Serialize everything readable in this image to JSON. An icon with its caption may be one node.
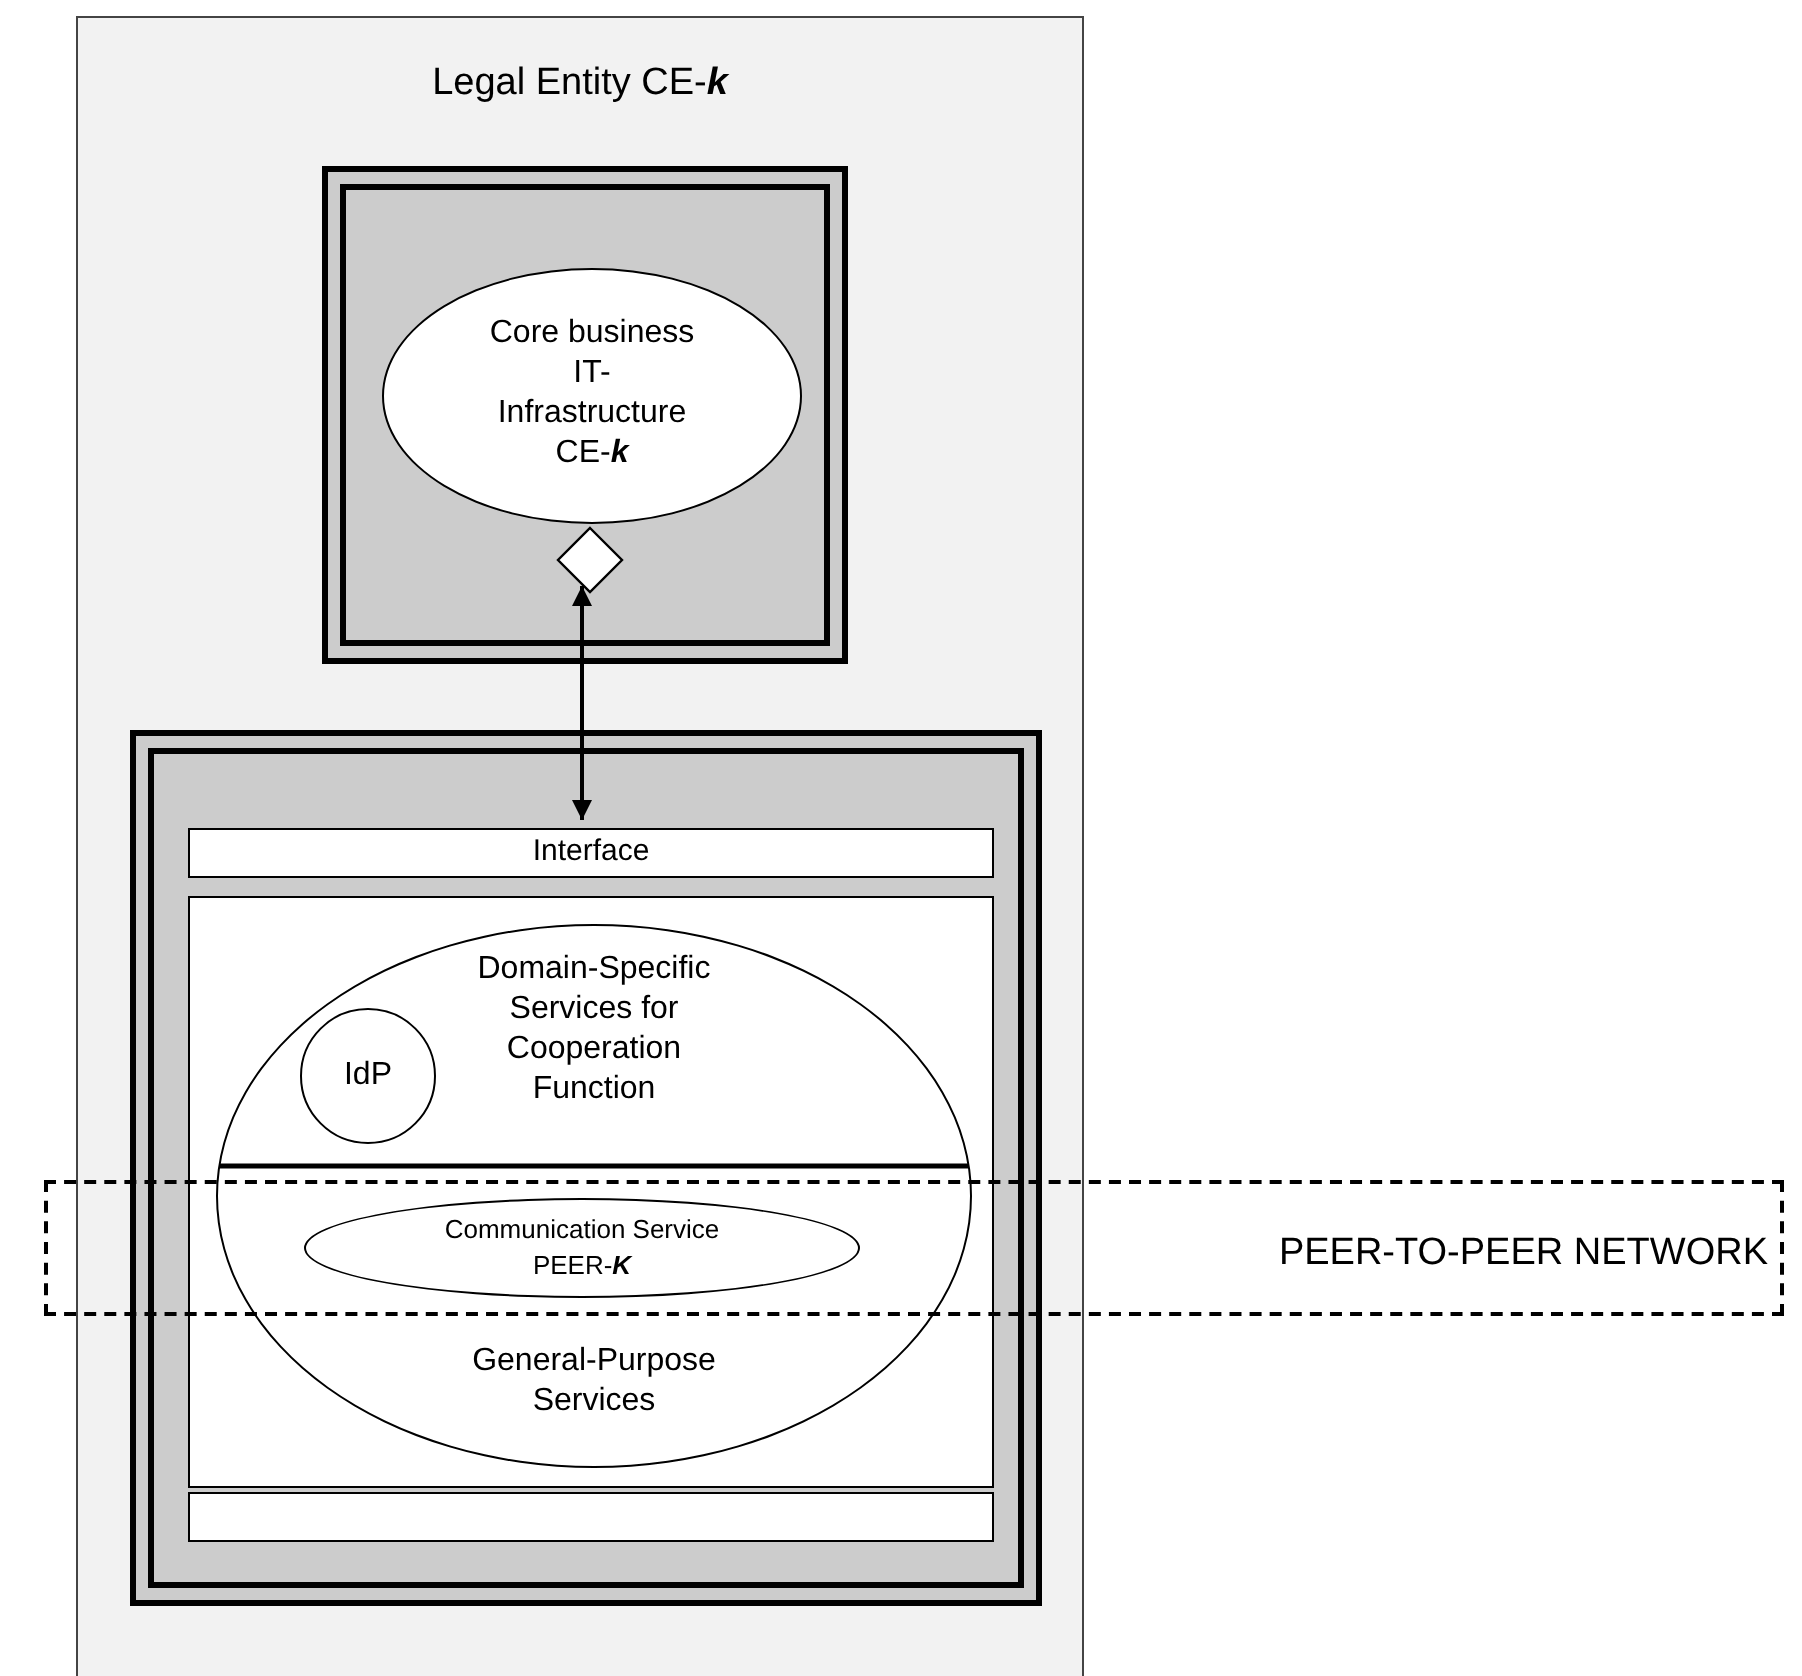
{
  "diagram": {
    "nodes": [
      {
        "text": [
          "Legal Entity CE-**k**"
        ]
      },
      {
        "text": [],
        "shape": "box",
        "in": 0
      },
      {
        "text": [
          "Core business IT- Infrastructure CE-**k**"
        ],
        "in": 1
      },
      {
        "text": [],
        "shape": "diamond",
        "in": 1
      },
      {
        "text": [],
        "shape": "box",
        "in": 0
      },
      {
        "text": [
          "Interface"
        ],
        "in": 4
      },
      {
        "text": [],
        "shape": "box",
        "in": 4
      },
      {
        "text": [
          "Domain-Specific Services for Cooperation Function",
          "General-Purpose Services"
        ],
        "in": 6
      },
      {
        "text": [
          "IdP"
        ],
        "in": 7
      },
      {
        "text": [
          "Communication Service PEER-**K**"
        ]
      },
      {
        "text": [],
        "shape": "bar",
        "in": 4
      },
      {
        "text": [
          "PEER-TO-PEER NETWORK"
        ]
      }
    ],
    "edges": [
      {
        "from": 3,
        "to": 5,
        "arrow": "both"
      }
    ]
  }
}
